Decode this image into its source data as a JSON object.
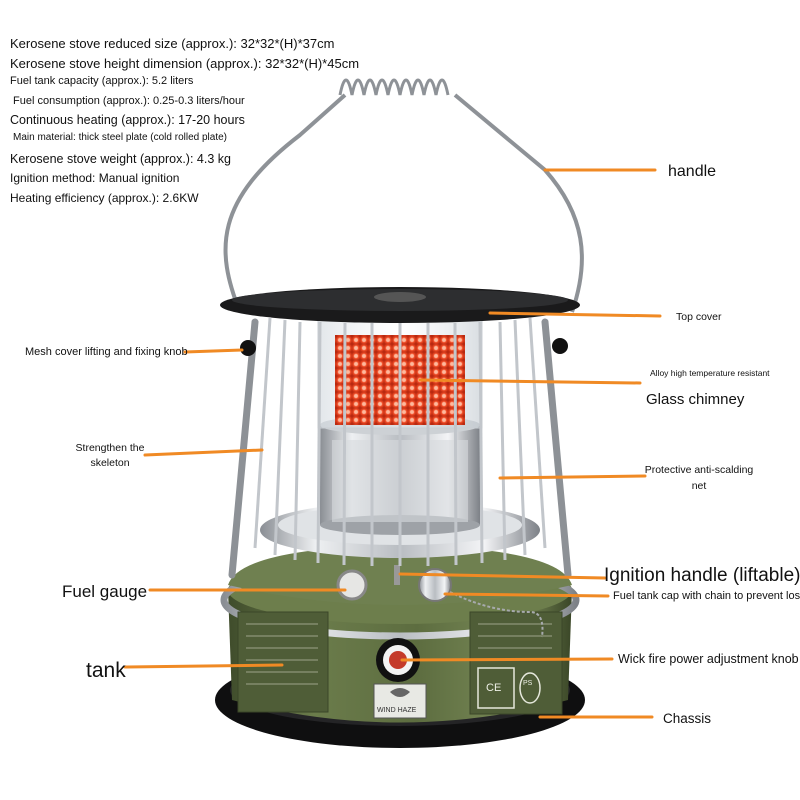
{
  "specs": [
    "Kerosene stove reduced size (approx.): 32*32*(H)*37cm",
    "Kerosene stove height dimension (approx.): 32*32*(H)*45cm",
    "Fuel tank capacity (approx.): 5.2 liters",
    "Fuel consumption (approx.): 0.25-0.3 liters/hour",
    "Continuous heating (approx.): 17-20 hours",
    "Main material: thick steel plate (cold rolled plate)",
    "Kerosene stove weight (approx.): 4.3 kg",
    "Ignition method: Manual ignition",
    "Heating efficiency (approx.): 2.6KW"
  ],
  "labels": {
    "handle": "handle",
    "top_cover": "Top cover",
    "mesh_knob": "Mesh cover lifting and fixing knob",
    "alloy": "Alloy high temperature resistant",
    "glass_chimney": "Glass chimney",
    "skeleton_line1": "Strengthen the",
    "skeleton_line2": "skeleton",
    "net_line1": "Protective anti-scalding",
    "net_line2": "net",
    "fuel_gauge": "Fuel gauge",
    "ignition_handle": "Ignition handle (liftable)",
    "tank_cap": "Fuel tank cap with chain to prevent loss",
    "tank": "tank",
    "wick_knob": "Wick fire power adjustment knob",
    "chassis": "Chassis",
    "brand": "WIND HAZE",
    "ce_mark": "CE",
    "ps_mark": "PS"
  },
  "colors": {
    "leader_line": "#f08a24",
    "tank_green": "#5d6d40",
    "chrome": "#c9ccd1",
    "flame": "#f0461e",
    "base_black": "#111111"
  }
}
